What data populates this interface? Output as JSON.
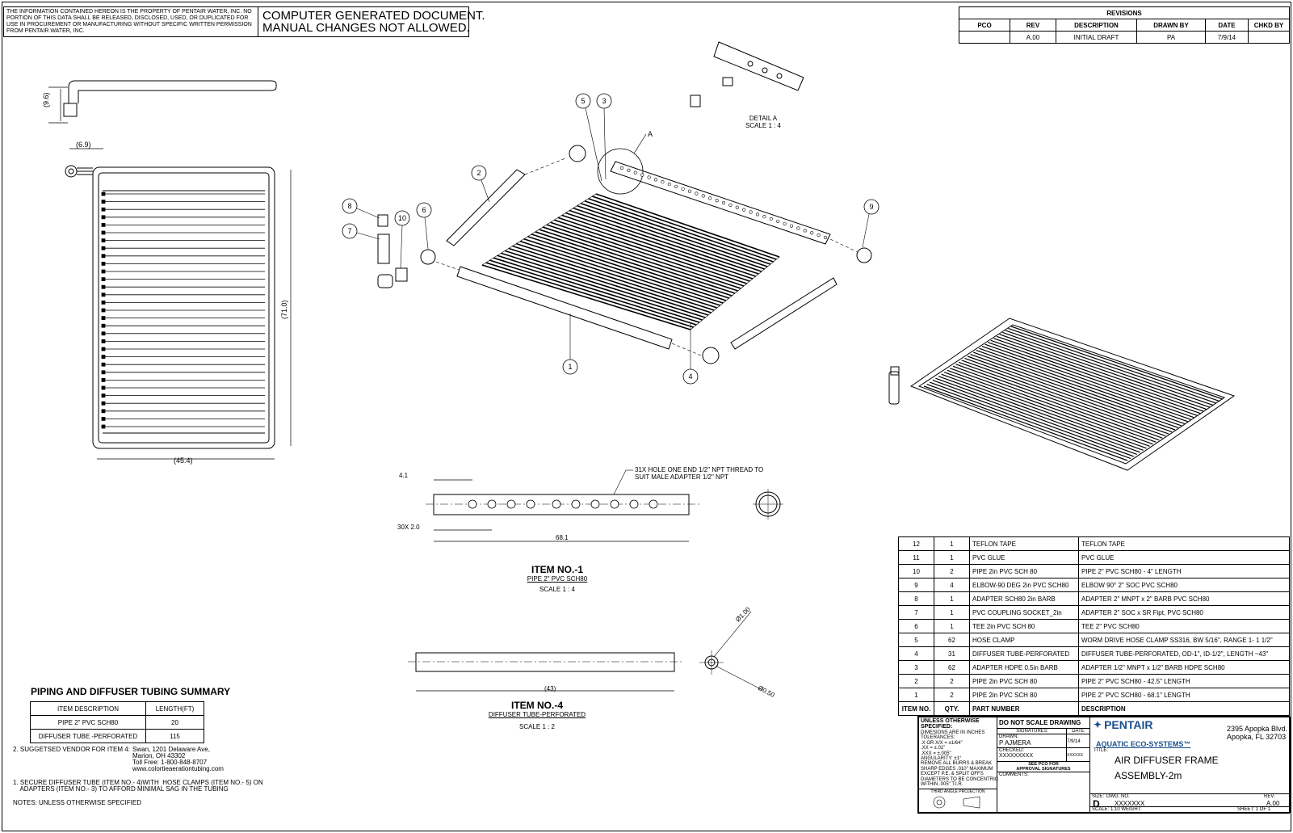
{
  "notice": "THE INFORMATION CONTAINED HEREON IS THE PROPERTY OF PENTAIR WATER, INC. NO PORTION OF THIS DATA SHALL BE RELEASED, DISCLOSED, USED, OR DUPLICATED FOR USE IN PROCUREMENT OR MANUFACTURING WITHOUT SPECIFIC WRITTEN PERMISSION FROM PENTAIR WATER, INC.",
  "cgd_line1": "COMPUTER GENERATED DOCUMENT.",
  "cgd_line2": "MANUAL CHANGES NOT ALLOWED.",
  "revisions": {
    "title": "REVISIONS",
    "headers": [
      "PCO",
      "REV",
      "DESCRIPTION",
      "DRAWN BY",
      "DATE",
      "CHKD BY"
    ],
    "row": [
      "",
      "A.00",
      "INITIAL DRAFT",
      "PA",
      "7/9/14",
      ""
    ]
  },
  "detail": {
    "title": "DETAIL A",
    "scale": "SCALE 1 : 4",
    "callout": "A"
  },
  "balloons": [
    "1",
    "2",
    "3",
    "4",
    "5",
    "6",
    "7",
    "8",
    "9",
    "10"
  ],
  "dims": {
    "d96": "(9.6)",
    "d69": "(6.9)",
    "d710": "(71.0)",
    "d454": "(45.4)",
    "d41": "4.1",
    "d30x": "30X 2.0",
    "d681": "68.1",
    "d43": "(43)",
    "d100": "Ø1.00",
    "d050": "Ø0.50"
  },
  "hole_note_l1": "31X HOLE ONE END 1/2\" NPT THREAD TO",
  "hole_note_l2": "SUIT MALE ADAPTER 1/2\" NPT",
  "item1": {
    "title": "ITEM NO.-1",
    "sub": "PIPE 2\" PVC SCH80",
    "scale": "SCALE 1 : 4"
  },
  "item4": {
    "title": "ITEM NO.-4",
    "sub": "DIFFUSER TUBE-PERFORATED",
    "scale": "SCALE 1 : 2"
  },
  "summary": {
    "title": "PIPING AND DIFFUSER TUBING SUMMARY",
    "headers": [
      "ITEM DESCRIPTION",
      "LENGTH(FT)"
    ],
    "rows": [
      [
        "PIPE 2\" PVC SCH80",
        "20"
      ],
      [
        "DIFFUSER TUBE -PERFORATED",
        "115"
      ]
    ]
  },
  "notes": {
    "n2_label": "2. SUGGETSED VENDOR FOR ITEM 4:",
    "n2_vendor": "Swan, 1201 Delaware Ave,\nMarion, OH 43302\nToll Free: 1-800-848-8707\nwww.colortieaerationtubing.com",
    "n1": "1. SECURE DIFFUSER TUBE (ITEM NO.- 4)WITH  HOSE CLAMPS (ITEM NO.- 5) ON\n    ADAPTERS (ITEM NO.- 3) TO AFFORD MINIMAL SAG IN THE TUBING",
    "n0": "NOTES: UNLESS OTHERWISE SPECIFIED"
  },
  "bom": {
    "headers": [
      "ITEM NO.",
      "QTY.",
      "PART NUMBER",
      "DESCRIPTION"
    ],
    "rows": [
      [
        "12",
        "1",
        "TEFLON TAPE",
        "TEFLON TAPE"
      ],
      [
        "11",
        "1",
        "PVC GLUE",
        "PVC GLUE"
      ],
      [
        "10",
        "2",
        "PIPE 2in PVC SCH 80",
        "PIPE 2\"  PVC SCH80 - 4\" LENGTH"
      ],
      [
        "9",
        "4",
        "ELBOW-90 DEG 2in PVC SCH80",
        "ELBOW 90° 2\" SOC  PVC SCH80"
      ],
      [
        "8",
        "1",
        "ADAPTER SCH80 2in BARB",
        "ADAPTER  2\" MNPT x 2\" BARB PVC SCH80"
      ],
      [
        "7",
        "1",
        "PVC COUPLING SOCKET_2in",
        "ADAPTER 2\" SOC x SR Fipt, PVC SCH80"
      ],
      [
        "6",
        "1",
        "TEE 2in PVC SCH 80",
        "TEE 2\"  PVC SCH80"
      ],
      [
        "5",
        "62",
        "HOSE CLAMP",
        "WORM DRIVE HOSE CLAMP SS316, BW 5/16\", RANGE 1- 1 1/2\""
      ],
      [
        "4",
        "31",
        "DIFFUSER TUBE-PERFORATED",
        "DIFFUSER TUBE-PERFORATED, OD-1\", ID-1/2\", LENGTH ~43\""
      ],
      [
        "3",
        "62",
        "ADAPTER HDPE 0.5in BARB",
        "ADAPTER  1/2\" MNPT x 1/2\" BARB HDPE SCH80"
      ],
      [
        "2",
        "2",
        "PIPE 2in PVC SCH 80",
        "PIPE 2\"  PVC SCH80 - 42.5\" LENGTH"
      ],
      [
        "1",
        "2",
        "PIPE 2in PVC SCH 80",
        "PIPE 2\"  PVC SCH80 - 68.1\" LENGTH"
      ]
    ]
  },
  "titleblock": {
    "unless": "UNLESS OTHERWISE SPECIFIED:",
    "tolerances": "DIMESIONS ARE IN INCHES\nTOLERANCES:\n.X OR X/X = ±1/64\"\n.XX = ±.01\"\n.XXX = ±.005\"\nANGULARITY: ±1°\nREMOVE ALL BURRS & BREAK\nSHARP EDGES .010\" MAXIMUM\nEXCEPT P.E. & SPLIT OFFS\nDIAMETERS TO BE CONCENTRIC\nWITHIN .005\" T.I.R.",
    "projection": "THIRD ANGLE PROJECTION",
    "dnsd": "DO NOT SCALE DRAWING",
    "signatures": "SIGNATURES",
    "date_h": "DATE",
    "drawn_l": "DRAWN:",
    "drawn_v": "P AJMERA",
    "drawn_d": "7/9/14",
    "checked_l": "CHECKED:",
    "checked_v": "XXXXXXXXX",
    "checked_d": "XXXXXX",
    "see_pco": "SEE PCO FOR\nAPPROVAL SIGNATURES",
    "comments": "COMMENTS:",
    "brand": "PENTAIR",
    "address": "2395 Apopka Blvd.\nApopka, FL 32703",
    "company": "AQUATIC ECO-SYSTEMS™",
    "title_l": "TITLE:",
    "title1": "AIR DIFFUSER FRAME",
    "title2": "ASSEMBLY-2m",
    "size_l": "SIZE:",
    "size_v": "D",
    "dwg_l": "DWG.  NO.",
    "dwg_v": "XXXXXXX",
    "rev_l": "REV.",
    "rev_v": "A.00",
    "scale_l": "SCALE: 1:10 WEIGHT:",
    "sheet_l": "SHEET: 1   OF   1"
  }
}
